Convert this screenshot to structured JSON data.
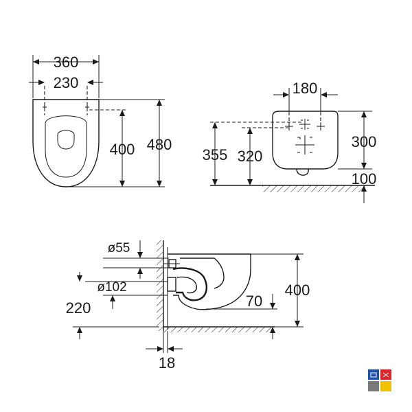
{
  "top_view": {
    "width_outer": "360",
    "width_inner": "230",
    "depth_fix": "400",
    "depth_total": "480"
  },
  "front_view": {
    "fix_spacing": "180",
    "height_355": "355",
    "height_320": "320",
    "height_300": "300",
    "height_100": "100"
  },
  "side_view": {
    "pipe_small": "ø55",
    "pipe_large": "ø102",
    "outlet_height": "220",
    "floor_gap": "70",
    "total_height": "400",
    "wall_offset": "18"
  },
  "logo": {
    "colors": [
      "#1d4fa3",
      "#d9262b",
      "#7a7a7a",
      "#f2c200"
    ]
  }
}
